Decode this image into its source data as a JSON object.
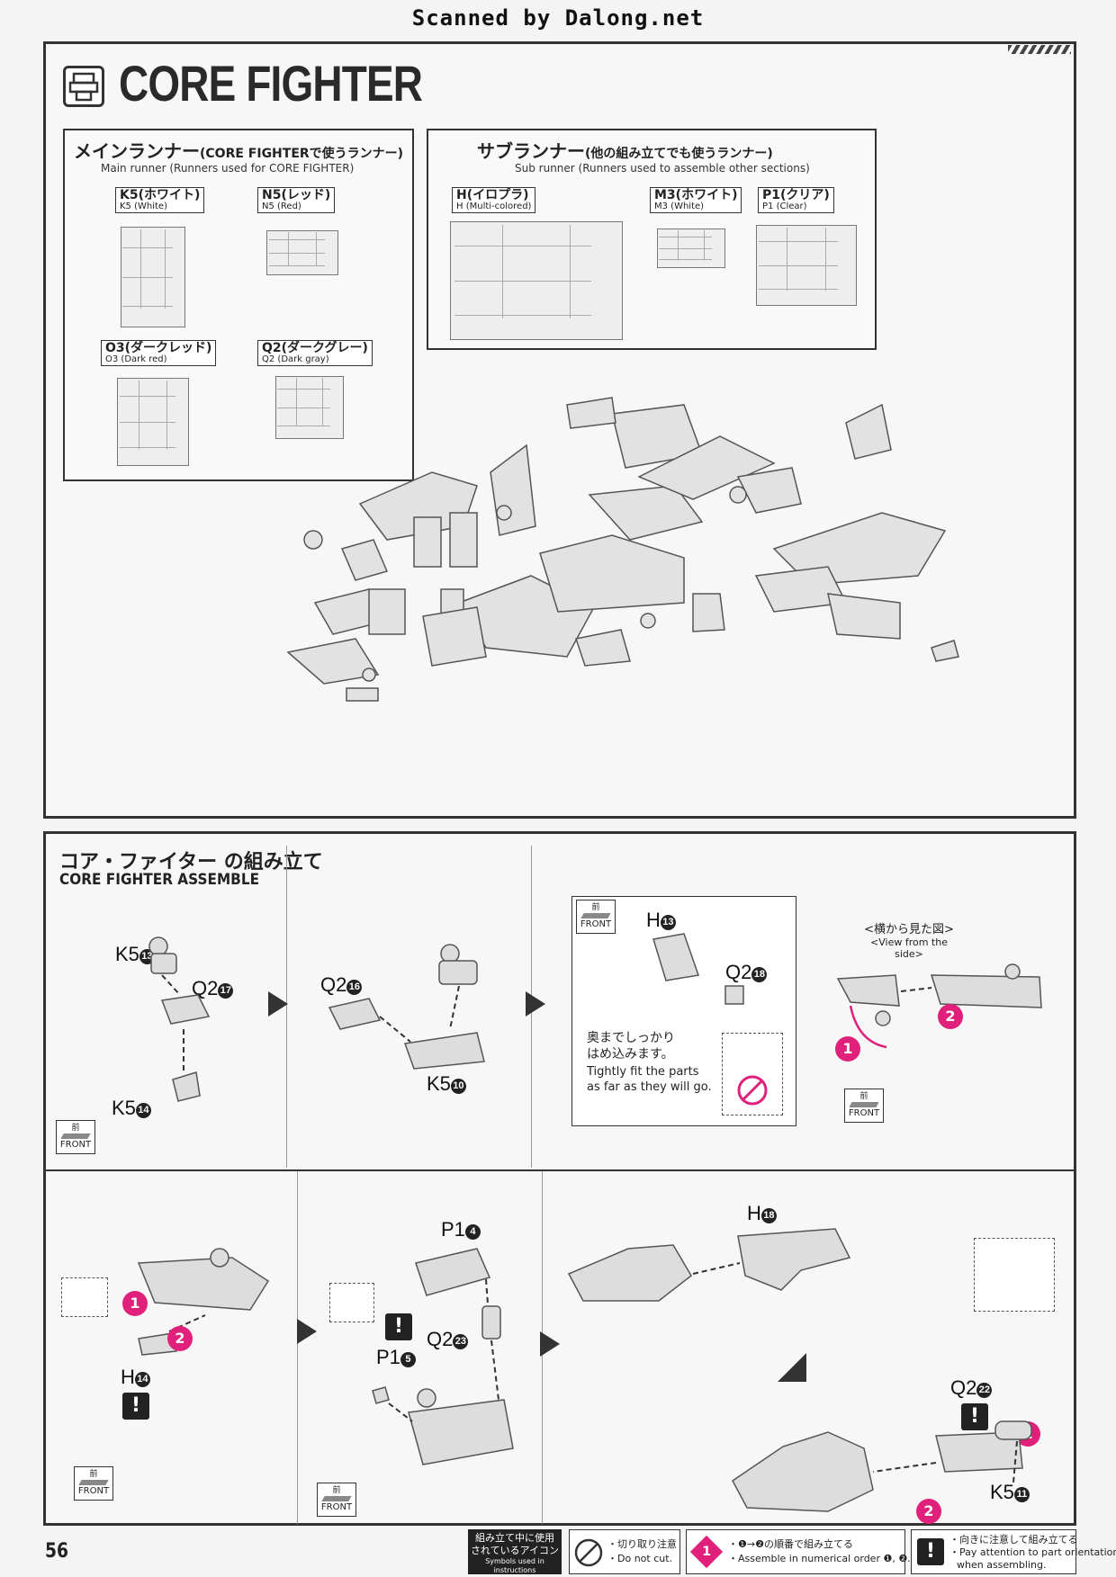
{
  "scan_credit": "Scanned by Dalong.net",
  "title": "CORE FIGHTER",
  "main_runner": {
    "title_jp": "メインランナー",
    "title_jp_paren": "(CORE FIGHTERで使うランナー)",
    "title_en": "Main runner (Runners used for CORE FIGHTER)",
    "runners": [
      {
        "jp": "K5(ホワイト)",
        "en": "K5 (White)"
      },
      {
        "jp": "N5(レッド)",
        "en": "N5 (Red)"
      },
      {
        "jp": "O3(ダークレッド)",
        "en": "O3 (Dark red)"
      },
      {
        "jp": "Q2(ダークグレー)",
        "en": "Q2 (Dark gray)"
      }
    ]
  },
  "sub_runner": {
    "title_jp": "サブランナー",
    "title_jp_paren": "(他の組み立てでも使うランナー)",
    "title_en": "Sub runner (Runners used to assemble other sections)",
    "runners": [
      {
        "jp": "H(イロプラ)",
        "en": "H (Multi-colored)"
      },
      {
        "jp": "M3(ホワイト)",
        "en": "M3 (White)"
      },
      {
        "jp": "P1(クリア)",
        "en": "P1 (Clear)"
      }
    ]
  },
  "assembly": {
    "heading_jp": "コア・ファイター の組み立て",
    "heading_en": "CORE FIGHTER ASSEMBLE",
    "front_jp": "前",
    "front_en": "FRONT",
    "side_view_jp": "<横から見た図>",
    "side_view_en": "<View from the side>",
    "tip_jp_1": "奥までしっかり",
    "tip_jp_2": "はめ込みます。",
    "tip_en_1": "Tightly fit the parts",
    "tip_en_2": "as far as they will go.",
    "labels": {
      "k5_13": "K5",
      "n13": "13",
      "q2_17": "Q2",
      "n17": "17",
      "k5_14": "K5",
      "n14": "14",
      "q2_16": "Q2",
      "n16": "16",
      "k5_10": "K5",
      "n10": "10",
      "h_13": "H",
      "nh13": "13",
      "q2_18": "Q2",
      "n18": "18",
      "h_14": "H",
      "nh14": "14",
      "p1_4": "P1",
      "n4": "4",
      "p1_5": "P1",
      "n5": "5",
      "q2_23": "Q2",
      "n23": "23",
      "h_18": "H",
      "nh18": "18",
      "q2_22": "Q2",
      "n22": "22",
      "k5_11": "K5",
      "n11": "11"
    },
    "step1": "1",
    "step2": "2",
    "warn": "!"
  },
  "page_number": "56",
  "legend": {
    "head_1": "組み立て中に使用",
    "head_2": "されているアイコン",
    "head_en": "Symbols used in instructions",
    "cut_jp": "・切り取り注意",
    "cut_en": "・Do not cut.",
    "order_jp": "・❶→❷の順番で組み立てる",
    "order_en": "・Assemble in numerical order ❶, ❷...",
    "orient_jp": "・向きに注意して組み立てる",
    "orient_en_1": "・Pay attention to part orientation",
    "orient_en_2": "when assembling."
  }
}
